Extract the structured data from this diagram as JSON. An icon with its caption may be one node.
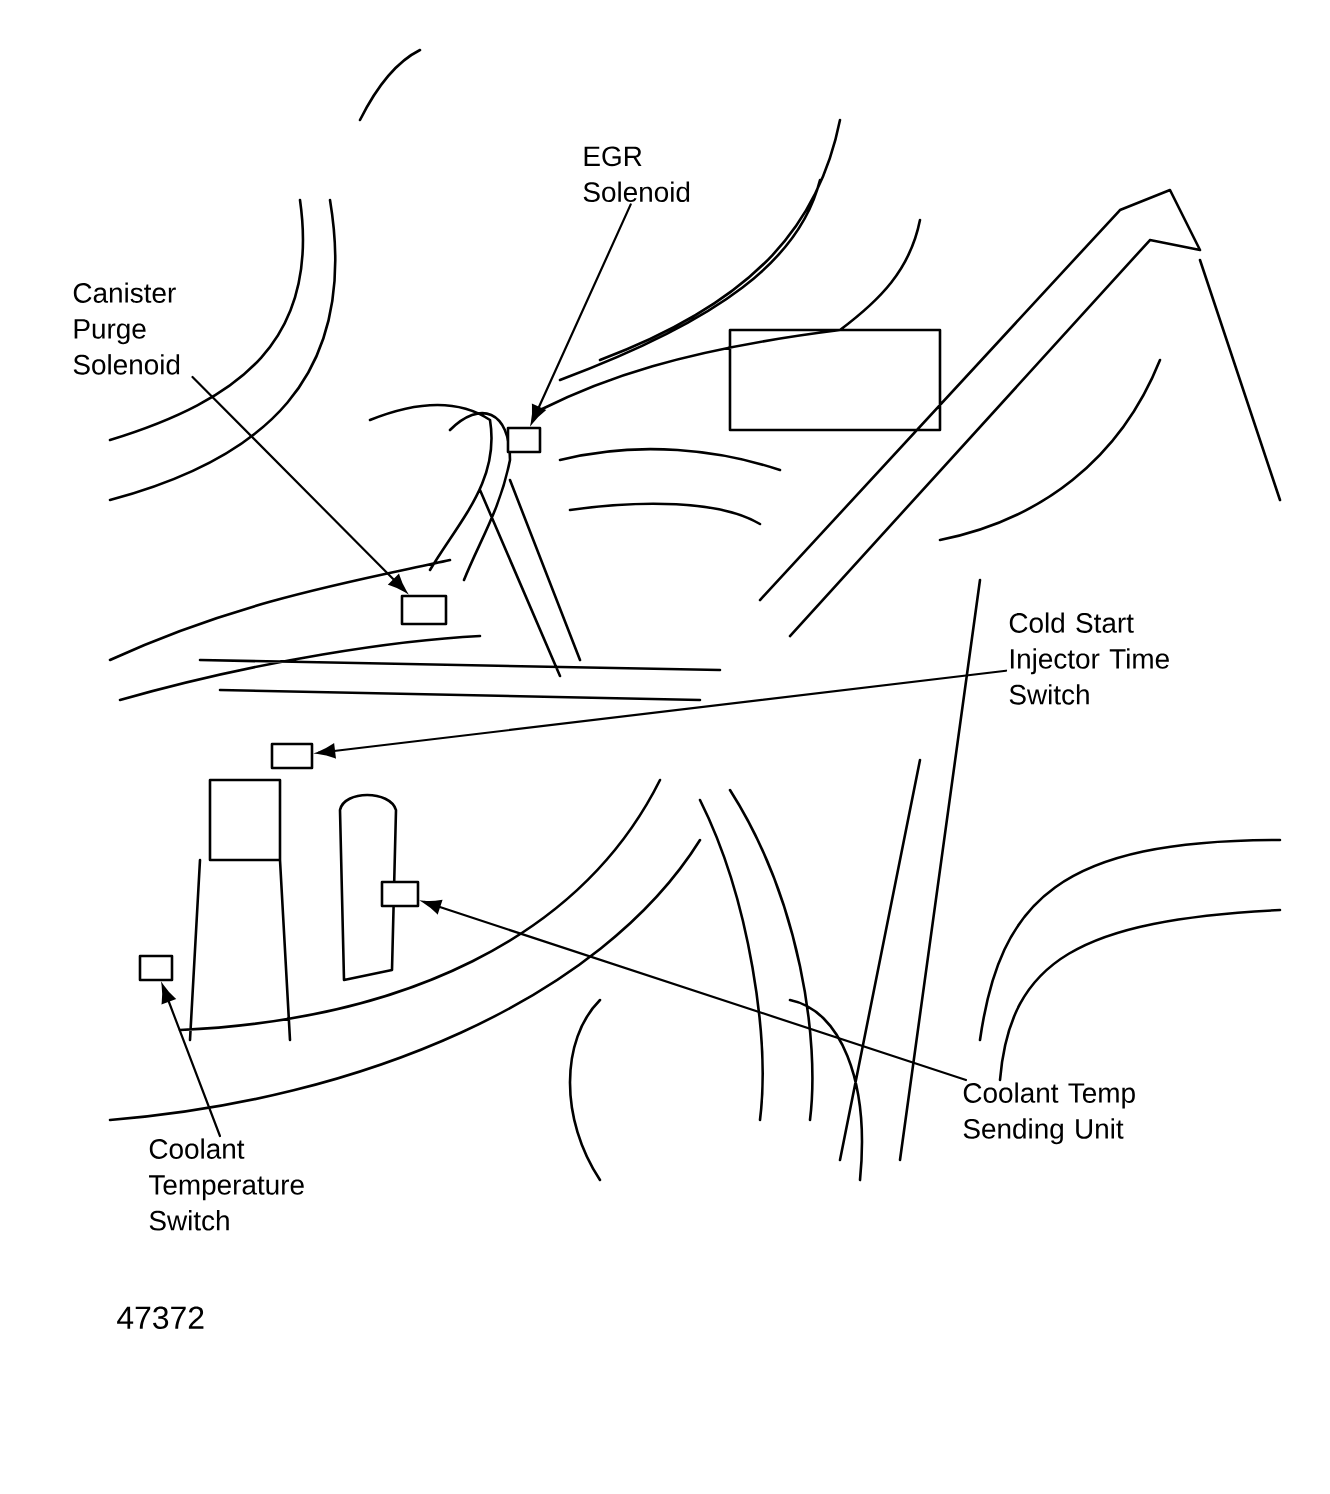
{
  "diagram": {
    "nodes": [
      {
        "text": [
          "EGR Solenoid"
        ]
      },
      {
        "text": [
          "Canister Purge Solenoid"
        ]
      },
      {
        "text": [
          "Cold Start Injector Time Switch"
        ]
      },
      {
        "text": [
          "Coolant Temp Sending Unit"
        ]
      },
      {
        "text": [
          "Coolant Temperature Switch"
        ]
      },
      {
        "text": [],
        "shape": "box"
      },
      {
        "text": [],
        "shape": "box"
      },
      {
        "text": [],
        "shape": "box"
      },
      {
        "text": [],
        "shape": "box"
      },
      {
        "text": [],
        "shape": "box"
      }
    ],
    "edges": [
      {
        "from": 0,
        "to": 5,
        "arrow": "to"
      },
      {
        "from": 1,
        "to": 6,
        "arrow": "to"
      },
      {
        "from": 2,
        "to": 7,
        "arrow": "to"
      },
      {
        "from": 3,
        "to": 8,
        "arrow": "to"
      },
      {
        "from": 4,
        "to": 9,
        "arrow": "to"
      }
    ],
    "labels": [
      "47372"
    ]
  }
}
